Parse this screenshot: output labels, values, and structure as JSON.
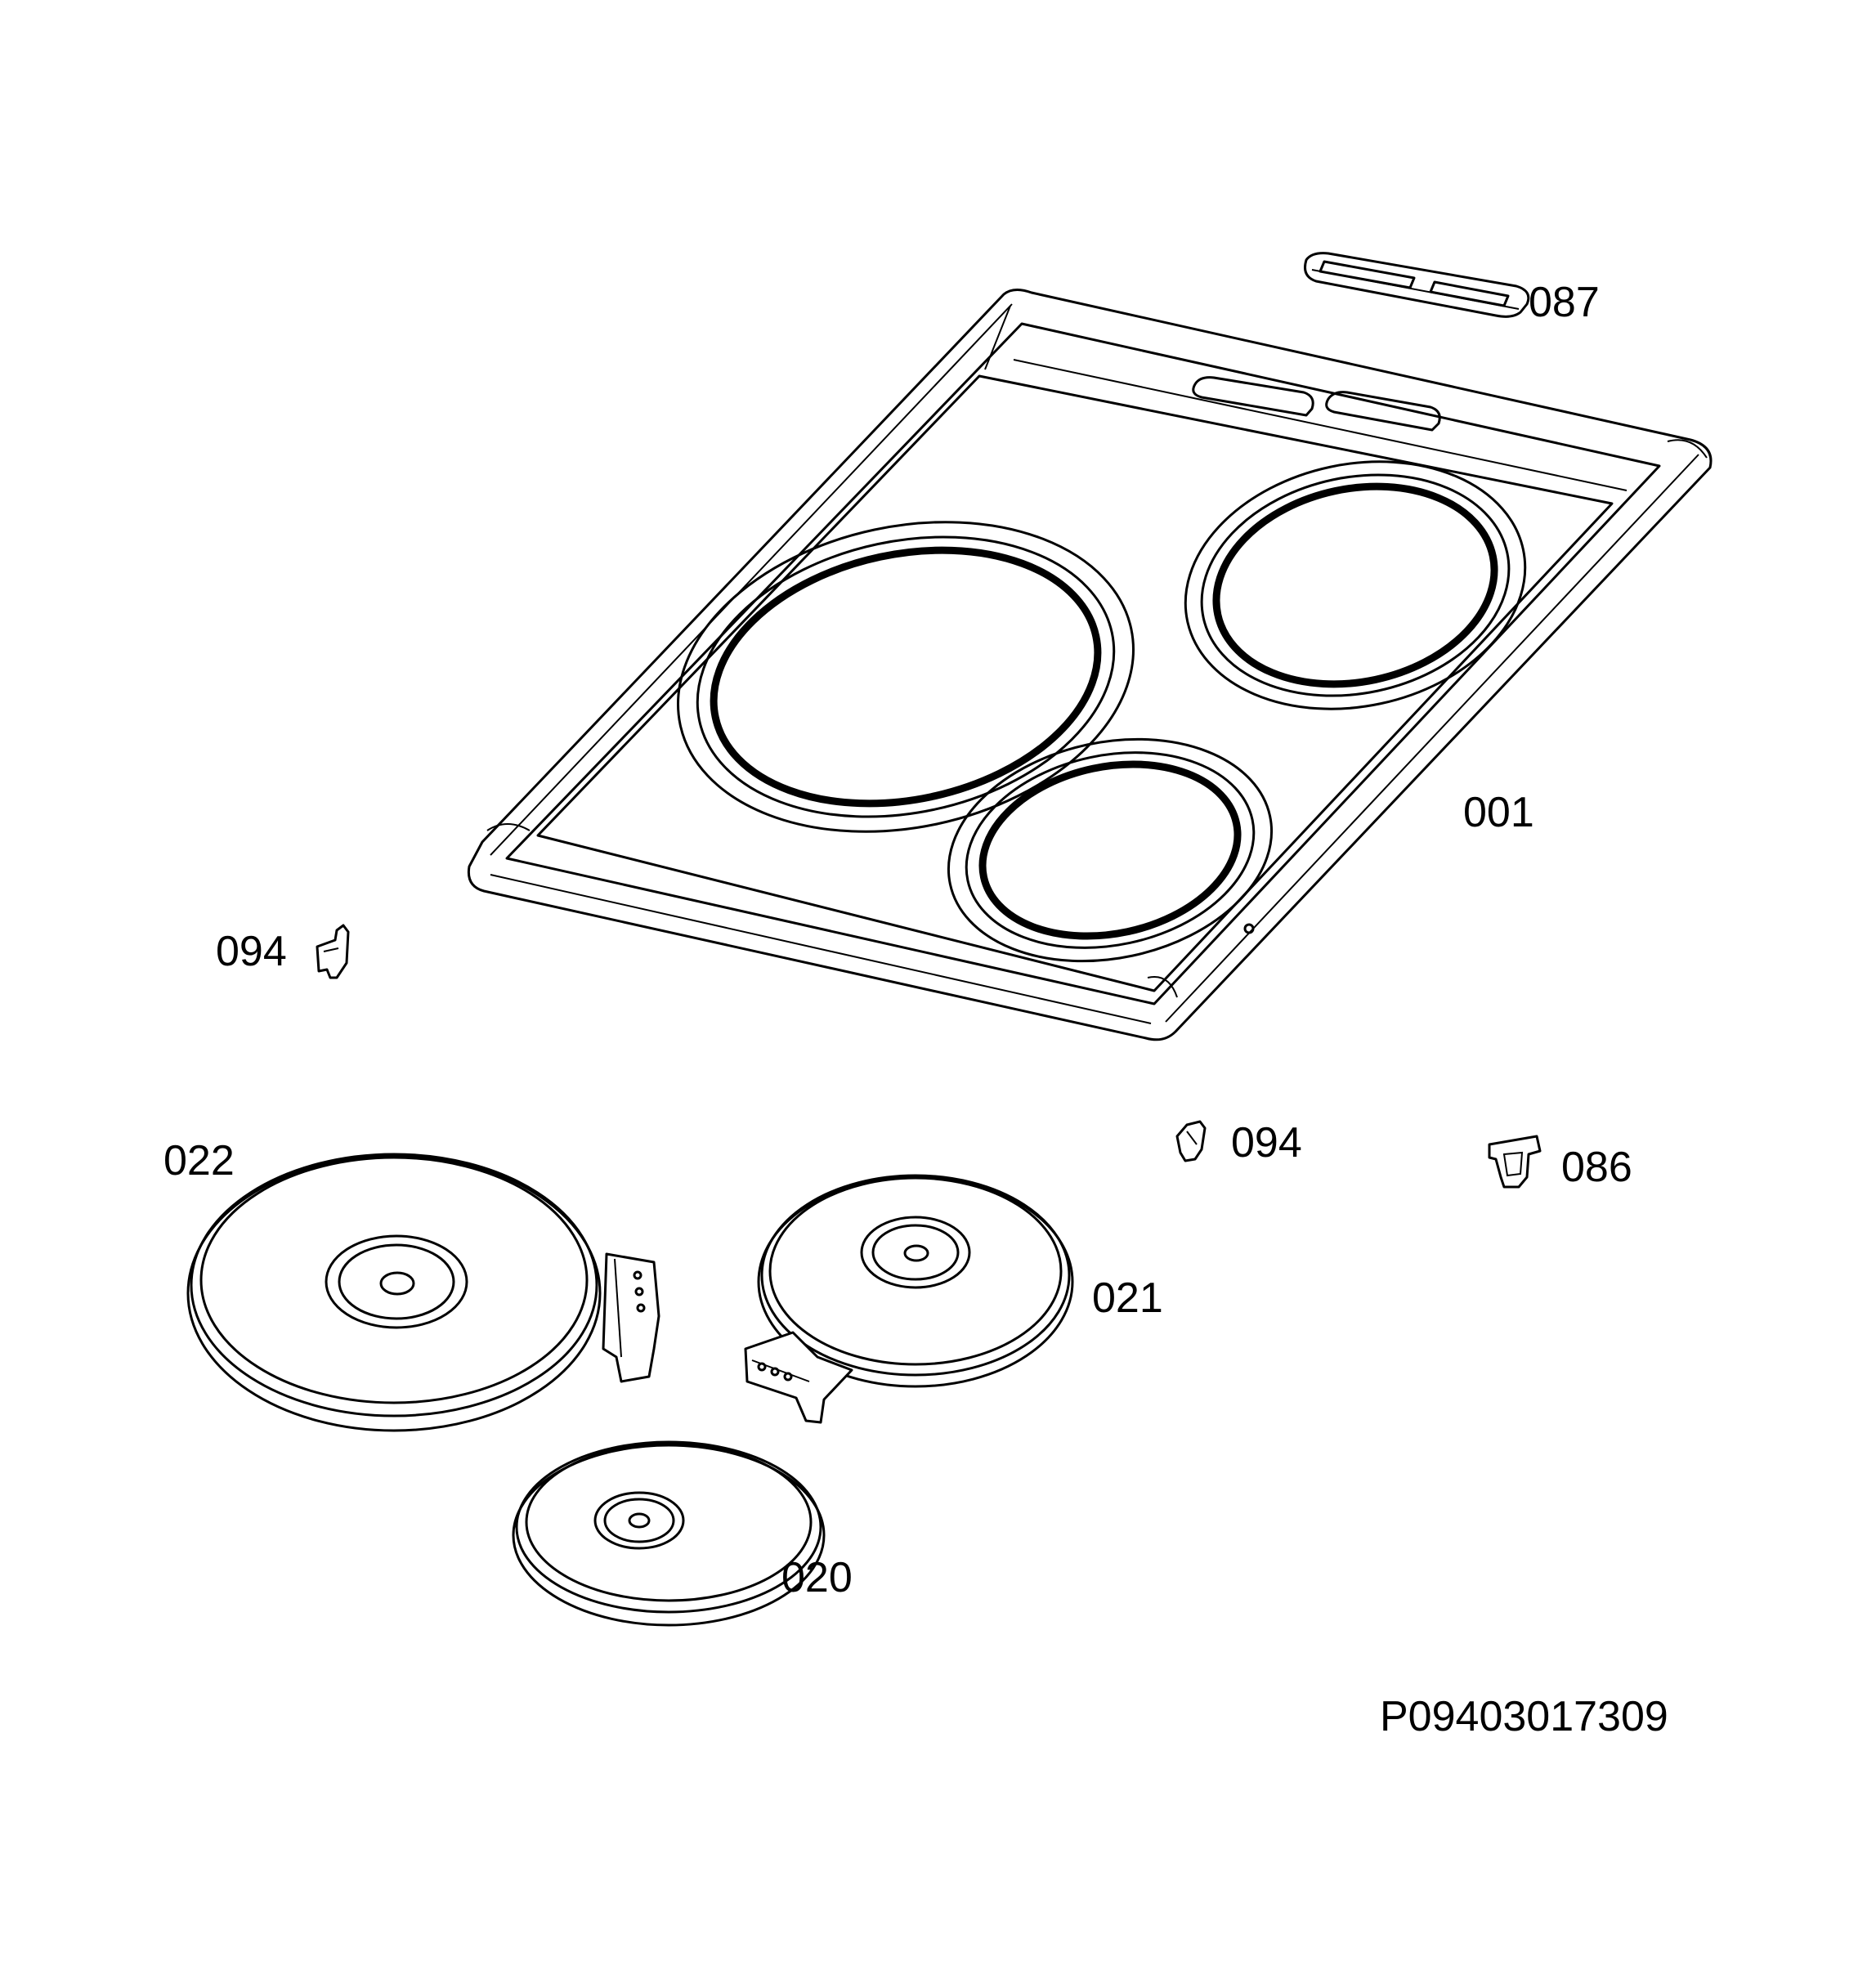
{
  "diagram": {
    "drawing_number": "P09403017309",
    "parts": [
      {
        "id": "part-087",
        "label": "087"
      },
      {
        "id": "part-001",
        "label": "001"
      },
      {
        "id": "part-094-left",
        "label": "094"
      },
      {
        "id": "part-094-right",
        "label": "094"
      },
      {
        "id": "part-086",
        "label": "086"
      },
      {
        "id": "part-022",
        "label": "022"
      },
      {
        "id": "part-021",
        "label": "021"
      },
      {
        "id": "part-020",
        "label": "020"
      }
    ]
  }
}
